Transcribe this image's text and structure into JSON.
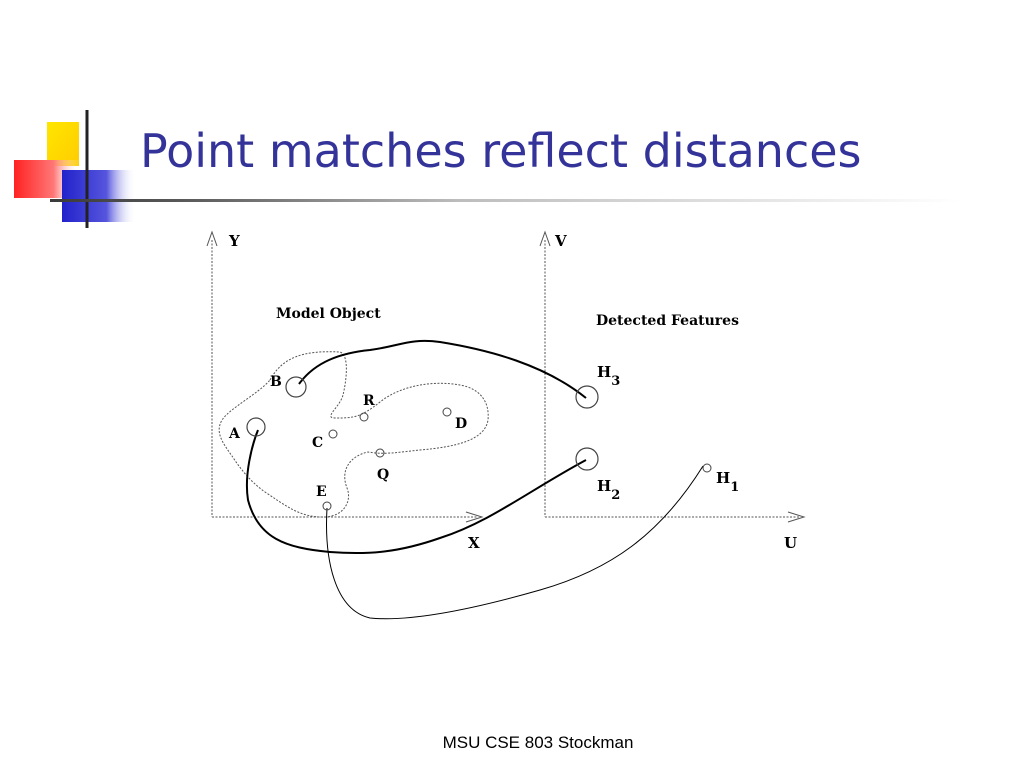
{
  "slide": {
    "title": "Point matches reflect distances",
    "footer": "MSU CSE 803 Stockman"
  },
  "diagram": {
    "left_panel": {
      "caption": "Model Object",
      "y_axis": "Y",
      "x_axis": "X",
      "points": {
        "a": "A",
        "b": "B",
        "c": "C",
        "d": "D",
        "e": "E",
        "r": "R",
        "q": "Q"
      }
    },
    "right_panel": {
      "caption": "Detected Features",
      "v_axis": "V",
      "u_axis": "U",
      "features": {
        "h1": {
          "letter": "H",
          "sub": "1"
        },
        "h2": {
          "letter": "H",
          "sub": "2"
        },
        "h3": {
          "letter": "H",
          "sub": "3"
        }
      }
    }
  },
  "colors": {
    "title": "#333399",
    "deco_yellow": "#ffdd00",
    "deco_red": "#ff3333",
    "deco_blue": "#3333cc"
  }
}
